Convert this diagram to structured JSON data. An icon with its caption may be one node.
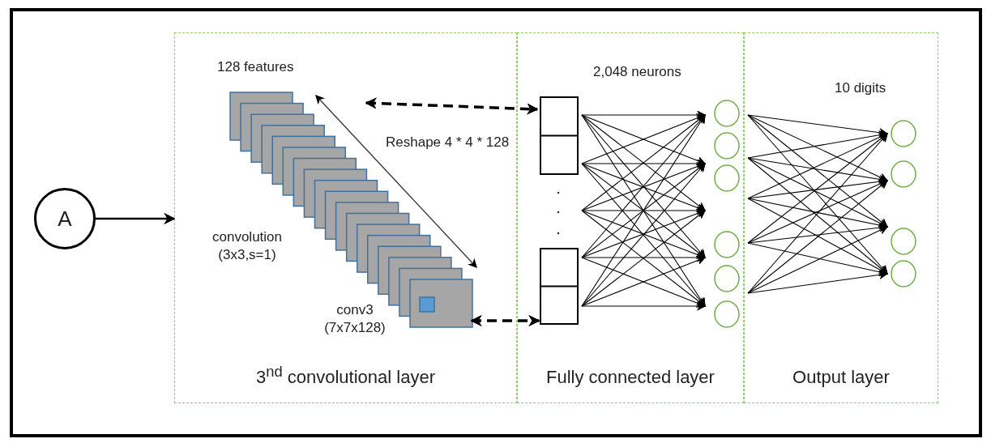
{
  "diagram": {
    "nodes": [
      {
        "text": [
          "A"
        ]
      },
      {
        "text": [
          "3$^{nd}$ convolutional layer"
        ]
      },
      {
        "text": [
          "Fully connected layer"
        ]
      },
      {
        "text": [
          "Output layer"
        ]
      },
      {
        "text": [],
        "shape": "box",
        "in": 1
      },
      {
        "text": [],
        "shape": "box",
        "in": 2
      },
      {
        "text": [],
        "shape": "box",
        "in": 2
      }
    ],
    "edges": [
      {
        "from": 0,
        "to": 1,
        "arrow": "to"
      },
      {
        "from": 4,
        "to": 5,
        "arrow": "both",
        "style": "dashed"
      },
      {
        "from": 4,
        "to": 6,
        "arrow": "both",
        "style": "dashed"
      }
    ],
    "labels": [
      "128 features",
      "Reshape 4 * 4 * 128",
      "convolution (3x3,s=1)",
      "conv3 (7x7x128)",
      "2,048 neurons",
      "10 digits"
    ]
  }
}
